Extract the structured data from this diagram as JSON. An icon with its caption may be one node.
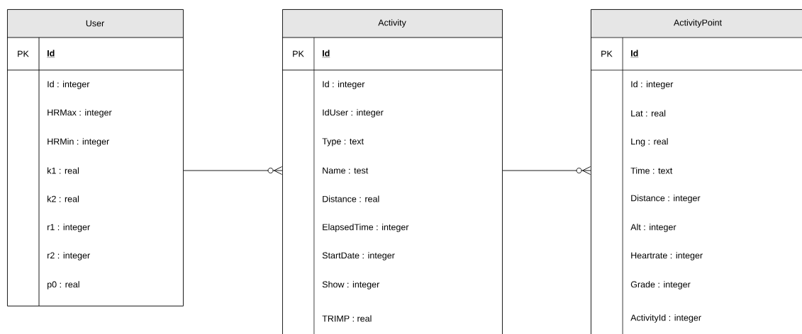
{
  "diagram": {
    "nodes": [
      {
        "text": [
          "User",
          "PK",
          "Id",
          "Id : integer",
          "HRMax : integer",
          "HRMin : integer",
          "k1 : real",
          "k2 : real",
          "r1 : integer",
          "r2 : integer",
          "p0 : real"
        ]
      },
      {
        "text": [
          "Activity",
          "PK",
          "Id",
          "Id : integer",
          "IdUser : integer",
          "Type : text",
          "Name : test",
          "Distance : real",
          "ElapsedTime : integer",
          "StartDate : integer",
          "Show : integer",
          "TRIMP : real"
        ]
      },
      {
        "text": [
          "ActivityPoint",
          "PK",
          "Id",
          "Id : integer",
          "Lat : real",
          "Lng : real",
          "Time : text",
          "Distance : integer",
          "Alt : integer",
          "Heartrate : integer",
          "Grade : integer",
          "ActivityId : integer"
        ]
      }
    ],
    "edges": [
      {
        "from": 0,
        "to": 1,
        "arrow": "other"
      },
      {
        "from": 1,
        "to": 2,
        "arrow": "other"
      }
    ]
  }
}
